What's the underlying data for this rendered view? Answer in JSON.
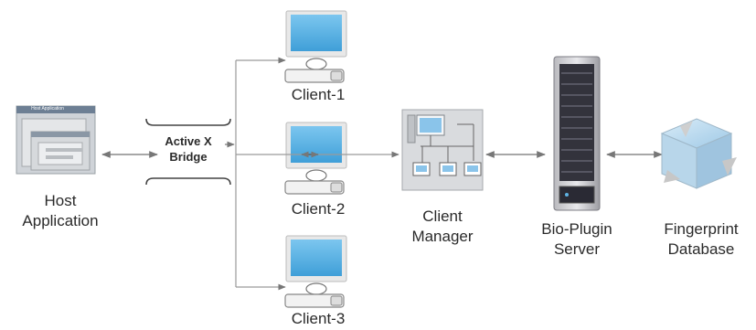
{
  "nodes": {
    "host_application": {
      "label_line1": "Host",
      "label_line2": "Application",
      "window_title": "Host Application"
    },
    "activex_bridge": {
      "label_line1": "Active X",
      "label_line2": "Bridge"
    },
    "client_1": {
      "label": "Client-1"
    },
    "client_2": {
      "label": "Client-2"
    },
    "client_3": {
      "label": "Client-3"
    },
    "client_manager": {
      "label_line1": "Client",
      "label_line2": "Manager"
    },
    "bio_plugin_server": {
      "label_line1": "Bio-Plugin",
      "label_line2": "Server"
    },
    "fingerprint_database": {
      "label_line1": "Fingerprint",
      "label_line2": "Database"
    }
  },
  "colors": {
    "line": "#8a8a8a",
    "monitor_blue": "#5fb3e3",
    "monitor_frame": "#e6e6e6",
    "server_dark": "#2f2f38",
    "cube_blue": "#a9cde6"
  }
}
